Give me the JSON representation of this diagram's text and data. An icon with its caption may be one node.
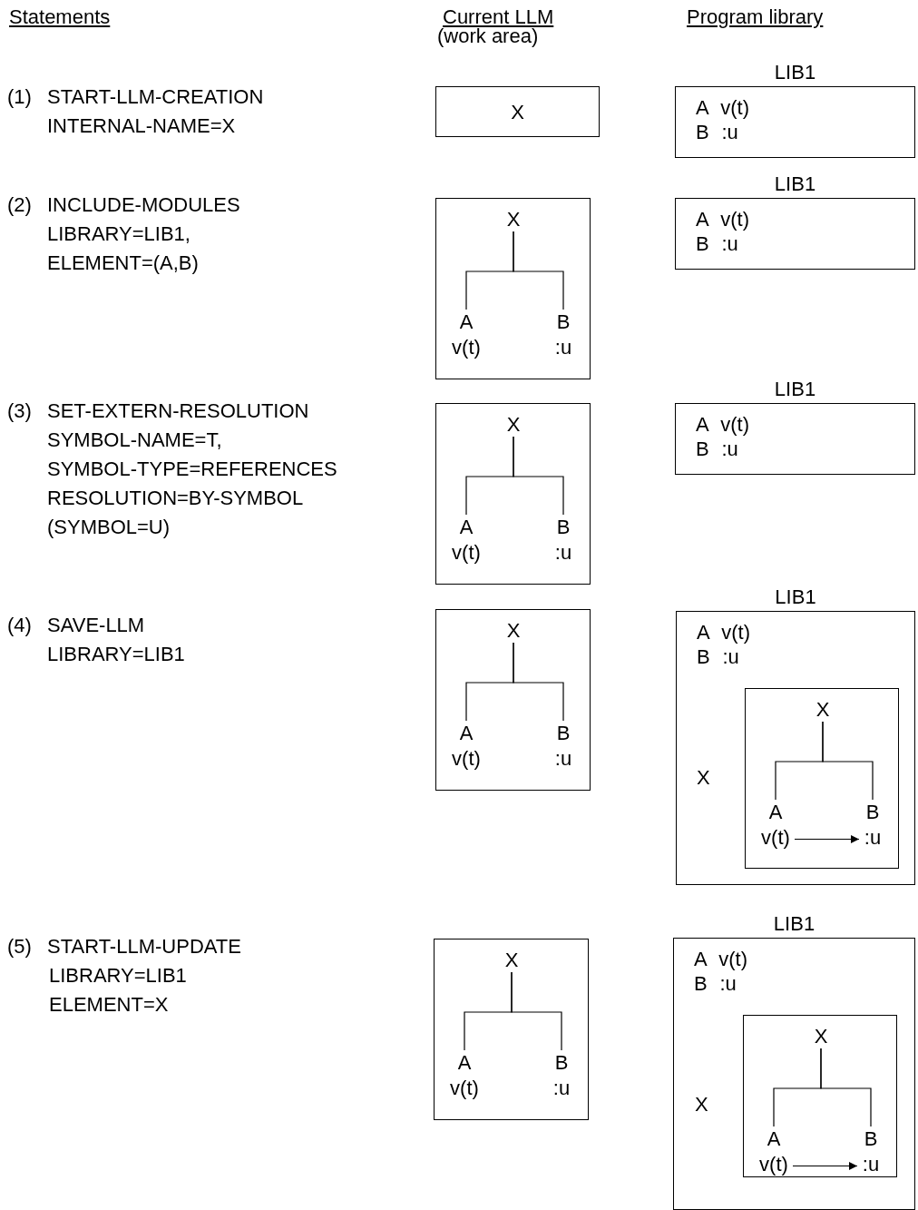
{
  "diagram": {
    "nodes": [
      {
        "text": [
          "X"
        ]
      },
      {
        "text": [
          "LIB1",
          "A v(t)",
          "B :u"
        ]
      },
      {
        "text": [],
        "shape": "box"
      },
      {
        "text": [
          "X"
        ],
        "in": 2
      },
      {
        "text": [
          "A",
          "v(t)"
        ],
        "in": 2
      },
      {
        "text": [
          "B",
          ":u"
        ],
        "in": 2
      },
      {
        "text": [
          "LIB1",
          "A v(t)",
          "B :u"
        ]
      },
      {
        "text": [],
        "shape": "box"
      },
      {
        "text": [
          "X"
        ],
        "in": 7
      },
      {
        "text": [
          "A",
          "v(t)"
        ],
        "in": 7
      },
      {
        "text": [
          "B",
          ":u"
        ],
        "in": 7
      },
      {
        "text": [
          "LIB1",
          "A v(t)",
          "B :u"
        ]
      },
      {
        "text": [],
        "shape": "box"
      },
      {
        "text": [
          "X"
        ],
        "in": 12
      },
      {
        "text": [
          "A",
          "v(t)"
        ],
        "in": 12
      },
      {
        "text": [
          "B",
          ":u"
        ],
        "in": 12
      },
      {
        "text": [
          "LIB1",
          "A v(t)",
          "B :u"
        ]
      },
      {
        "text": [],
        "shape": "box",
        "in": 16,
        "beside": [
          "X"
        ]
      },
      {
        "text": [
          "X"
        ],
        "in": 17
      },
      {
        "text": [
          "A",
          "v(t)"
        ],
        "in": 17
      },
      {
        "text": [
          "B",
          ":u"
        ],
        "in": 17
      },
      {
        "text": [],
        "shape": "box"
      },
      {
        "text": [
          "X"
        ],
        "in": 21
      },
      {
        "text": [
          "A",
          "v(t)"
        ],
        "in": 21
      },
      {
        "text": [
          "B",
          ":u"
        ],
        "in": 21
      },
      {
        "text": [
          "LIB1",
          "A v(t)",
          "B :u"
        ]
      },
      {
        "text": [],
        "shape": "box",
        "in": 25,
        "beside": [
          "X"
        ]
      },
      {
        "text": [
          "X"
        ],
        "in": 26
      },
      {
        "text": [
          "A",
          "v(t)"
        ],
        "in": 26
      },
      {
        "text": [
          "B",
          ":u"
        ],
        "in": 26
      }
    ],
    "edges": [
      {
        "from": 3,
        "to": 4,
        "arrow": "none"
      },
      {
        "from": 3,
        "to": 5,
        "arrow": "none"
      },
      {
        "from": 8,
        "to": 9,
        "arrow": "none"
      },
      {
        "from": 8,
        "to": 10,
        "arrow": "none"
      },
      {
        "from": 13,
        "to": 14,
        "arrow": "none"
      },
      {
        "from": 13,
        "to": 15,
        "arrow": "none"
      },
      {
        "from": 18,
        "to": 19,
        "arrow": "none"
      },
      {
        "from": 18,
        "to": 20,
        "arrow": "none"
      },
      {
        "from": 19,
        "to": 20,
        "arrow": "to"
      },
      {
        "from": 22,
        "to": 23,
        "arrow": "none"
      },
      {
        "from": 22,
        "to": 24,
        "arrow": "none"
      },
      {
        "from": 27,
        "to": 28,
        "arrow": "none"
      },
      {
        "from": 27,
        "to": 29,
        "arrow": "none"
      },
      {
        "from": 28,
        "to": 29,
        "arrow": "to"
      }
    ],
    "labels": [
      "Statements",
      "Current LLM",
      "(work area)",
      "Program library",
      "(1)",
      "START-LLM-CREATION",
      "INTERNAL-NAME=X",
      "(2)",
      "INCLUDE-MODULES",
      "LIBRARY=LIB1,",
      "ELEMENT=(A,B)",
      "(3)",
      "SET-EXTERN-RESOLUTION",
      "SYMBOL-NAME=T,",
      "SYMBOL-TYPE=REFERENCES",
      "RESOLUTION=BY-SYMBOL",
      "(SYMBOL=U)",
      "(4)",
      "SAVE-LLM",
      "LIBRARY=LIB1",
      "(5)",
      "START-LLM-UPDATE",
      "LIBRARY=LIB1",
      "ELEMENT=X"
    ]
  }
}
